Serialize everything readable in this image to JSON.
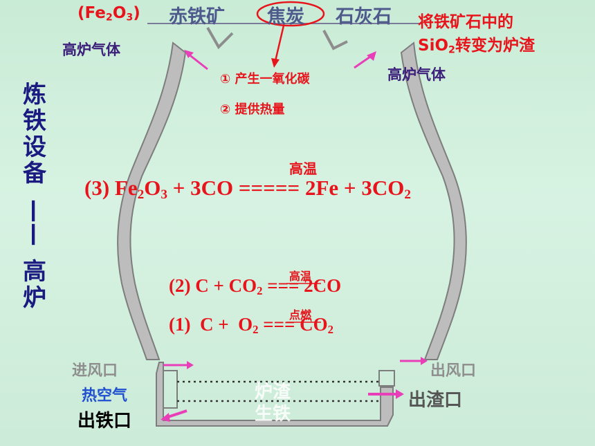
{
  "top": {
    "fe2o3_prefix": "(Fe",
    "fe2o3_sub1": "2",
    "fe2o3_mid": "O",
    "fe2o3_sub2": "3",
    "fe2o3_suffix": ")",
    "material_1": "赤铁矿",
    "material_2": "焦炭",
    "material_3": "石灰石"
  },
  "note_limestone": {
    "line1": "将铁矿石中的",
    "line2_pre": "SiO",
    "line2_sub": "2",
    "line2_post": "转变为炉渣"
  },
  "gas_left": "高炉气体",
  "gas_right": "高炉气体",
  "coke_roles": {
    "role1": "① 产生一氧化碳",
    "role2": "② 提供热量"
  },
  "side_title": {
    "chars": [
      "炼",
      "铁",
      "设",
      "备"
    ],
    "dash": "——",
    "chars2": [
      "高",
      "炉"
    ]
  },
  "equations": {
    "eq3": {
      "num": "(3)",
      "lhs_a": "Fe",
      "lhs_a_s1": "2",
      "lhs_b": "O",
      "lhs_b_s": "3",
      "lhs_c": " + 3CO ",
      "sign": "=====",
      "rhs_a": " 2Fe + 3CO",
      "rhs_s": "2",
      "condition": "高温"
    },
    "eq2": {
      "num": "(2)",
      "lhs": " C + CO",
      "lhs_s": "2",
      "sign": "===",
      "rhs": " 2CO",
      "condition": "高温"
    },
    "eq1": {
      "num": "(1)",
      "lhs": "  C +  O",
      "lhs_s": "2",
      "sign": "===",
      "rhs": " CO",
      "rhs_s": "2",
      "condition": "点燃"
    }
  },
  "bottom": {
    "air_in": "进风口",
    "hot_air": "热空气",
    "iron_out": "出铁口",
    "air_out": "出风口",
    "slag_out": "出渣口",
    "slag": "炉渣",
    "iron": "生铁"
  },
  "colors": {
    "red": "#e8141c",
    "arrow": "#e83fb8",
    "wall": "#9a9a9a"
  }
}
